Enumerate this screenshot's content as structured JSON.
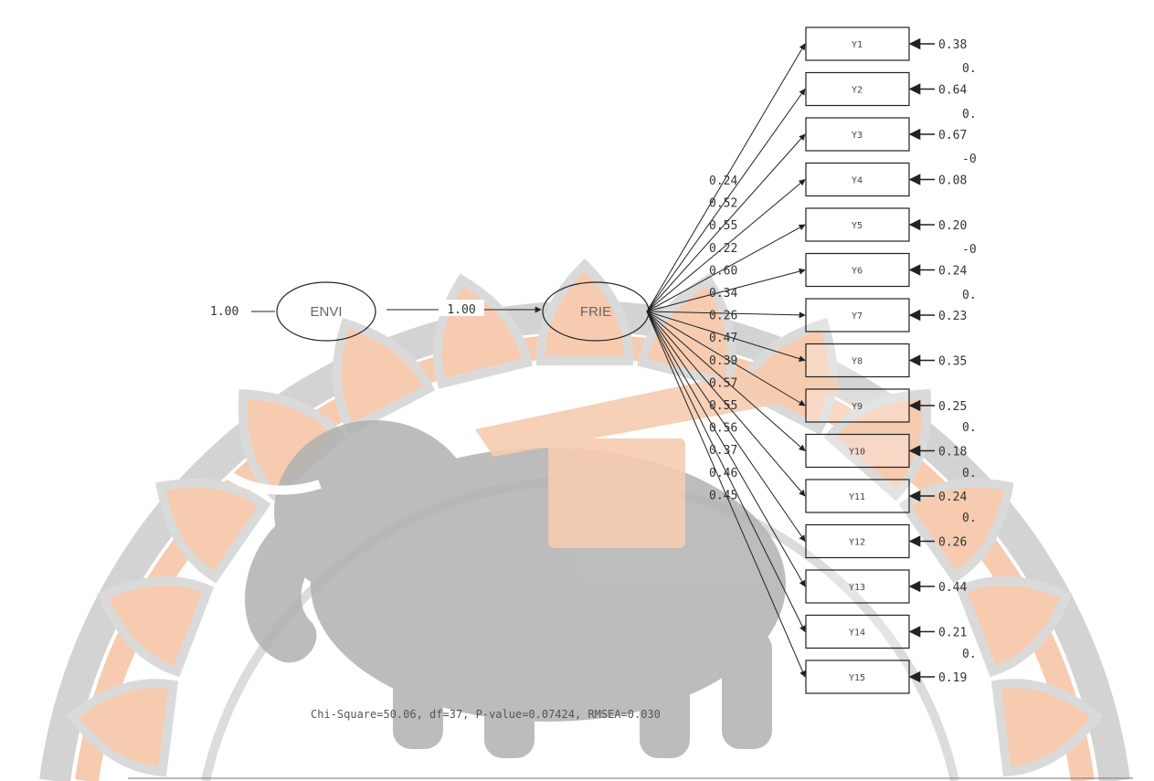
{
  "diagram": {
    "latent_exogenous": {
      "label": "ENVI",
      "variance": "1.00"
    },
    "latent_endogenous": {
      "label": "FRIE"
    },
    "structural_path": "1.00",
    "indicators": [
      {
        "label": "Y1",
        "error": "0.38"
      },
      {
        "label": "Y2",
        "error": "0.64"
      },
      {
        "label": "Y3",
        "error": "0.67"
      },
      {
        "label": "Y4",
        "error": "0.08"
      },
      {
        "label": "Y5",
        "error": "0.20"
      },
      {
        "label": "Y6",
        "error": "0.24"
      },
      {
        "label": "Y7",
        "error": "0.23"
      },
      {
        "label": "Y8",
        "error": "0.35"
      },
      {
        "label": "Y9",
        "error": "0.25"
      },
      {
        "label": "Y10",
        "error": "0.18"
      },
      {
        "label": "Y11",
        "error": "0.24"
      },
      {
        "label": "Y12",
        "error": "0.26"
      },
      {
        "label": "Y13",
        "error": "0.44"
      },
      {
        "label": "Y14",
        "error": "0.21"
      },
      {
        "label": "Y15",
        "error": "0.19"
      }
    ],
    "loadings": [
      "0.24",
      "0.52",
      "0.55",
      "0.22",
      "0.60",
      "0.34",
      "0.26",
      "0.47",
      "0.39",
      "0.57",
      "0.55",
      "0.56",
      "0.37",
      "0.46",
      "0.45"
    ],
    "error_covariances": [
      "0.",
      "0.",
      "-0",
      "-0",
      "0.",
      "0.",
      "0.",
      "0.",
      "0."
    ],
    "fit_statistics": "Chi-Square=50.06, df=37, P-value=0.07424, RMSEA=0.030"
  },
  "colors": {
    "watermark_peach": "#f6c6a8",
    "watermark_gray": "#cfcfcf",
    "elephant_gray": "#a9a9a9",
    "line": "#222222"
  }
}
